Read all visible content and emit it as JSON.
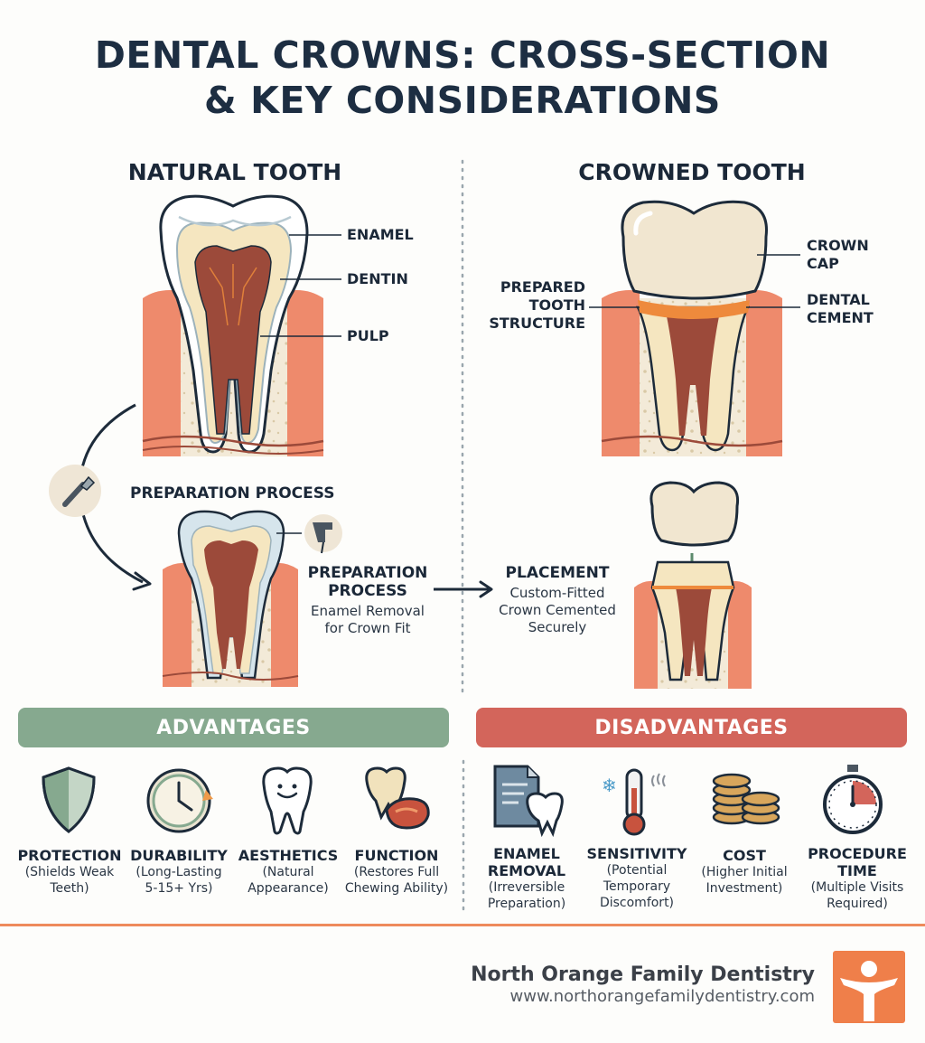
{
  "title": {
    "line1": "DENTAL CROWNS: CROSS-SECTION",
    "line2": "& KEY CONSIDERATIONS"
  },
  "natural": {
    "heading": "NATURAL TOOTH",
    "labels": {
      "enamel": "ENAMEL",
      "dentin": "DENTIN",
      "pulp": "PULP"
    }
  },
  "crowned": {
    "heading": "CROWNED TOOTH",
    "labels": {
      "crown_cap_1": "CROWN",
      "crown_cap_2": "CAP",
      "prepared_1": "PREPARED",
      "prepared_2": "TOOTH",
      "prepared_3": "STRUCTURE",
      "cement_1": "DENTAL",
      "cement_2": "CEMENT"
    }
  },
  "process": {
    "prep_heading": "PREPARATION PROCESS",
    "prep_title_1": "PREPARATION",
    "prep_title_2": "PROCESS",
    "prep_desc_1": "Enamel Removal",
    "prep_desc_2": "for Crown Fit",
    "placement_title": "PLACEMENT",
    "placement_desc_1": "Custom-Fitted",
    "placement_desc_2": "Crown Cemented",
    "placement_desc_3": "Securely"
  },
  "advantages": {
    "banner": "ADVANTAGES",
    "items": [
      {
        "icon": "shield-icon",
        "name": "PROTECTION",
        "desc1": "(Shields Weak",
        "desc2": "Teeth)"
      },
      {
        "icon": "clock-icon",
        "name": "DURABILITY",
        "desc1": "(Long-Lasting",
        "desc2": "5-15+ Yrs)"
      },
      {
        "icon": "smiling-tooth-icon",
        "name": "AESTHETICS",
        "desc1": "(Natural",
        "desc2": "Appearance)"
      },
      {
        "icon": "chewing-icon",
        "name": "FUNCTION",
        "desc1": "(Restores Full",
        "desc2": "Chewing Ability)"
      }
    ]
  },
  "disadvantages": {
    "banner": "DISADVANTAGES",
    "items": [
      {
        "icon": "document-tooth-icon",
        "name1": "ENAMEL",
        "name2": "REMOVAL",
        "desc1": "(Irreversible",
        "desc2": "Preparation)"
      },
      {
        "icon": "thermometer-icon",
        "name1": "SENSITIVITY",
        "name2": "",
        "desc1": "(Potential",
        "desc2": "Temporary",
        "desc3": "Discomfort)"
      },
      {
        "icon": "coins-icon",
        "name1": "COST",
        "name2": "",
        "desc1": "(Higher Initial",
        "desc2": "Investment)"
      },
      {
        "icon": "stopwatch-icon",
        "name1": "PROCEDURE",
        "name2": "TIME",
        "desc1": "(Multiple Visits",
        "desc2": "Required)"
      }
    ]
  },
  "footer": {
    "name": "North Orange Family Dentistry",
    "url": "www.northorangefamilydentistry.com",
    "logo_color": "#ef7f4a"
  },
  "colors": {
    "advantages": "#86a98f",
    "disadvantages": "#d3655b",
    "gum": "#ee8a6c",
    "pulp": "#9c4a3a",
    "dentin": "#f5e6c0",
    "accent_line": "#ee8a5c"
  }
}
